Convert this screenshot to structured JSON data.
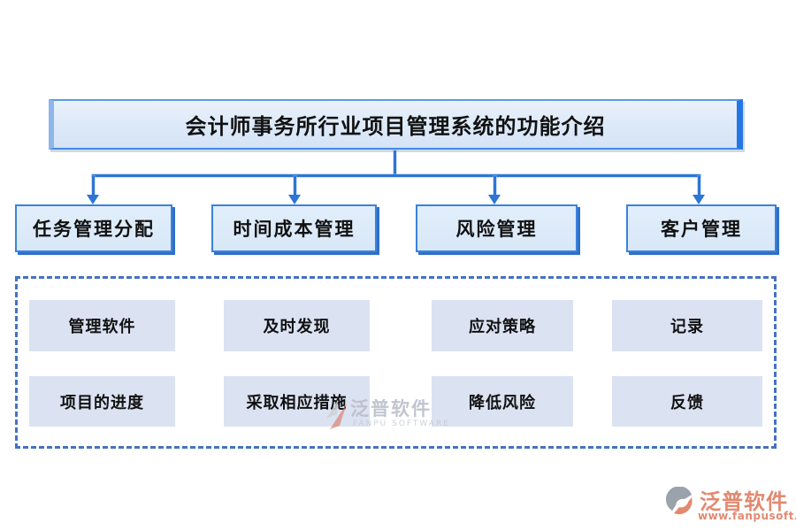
{
  "title": {
    "label": "会计师事务所行业项目管理系统的功能介绍"
  },
  "branches": [
    {
      "label": "任务管理分配"
    },
    {
      "label": "时间成本管理"
    },
    {
      "label": "风险管理"
    },
    {
      "label": "客户管理"
    }
  ],
  "details": {
    "items": [
      "管理软件",
      "及时发现",
      "应对策略",
      "记录",
      "项目的进度",
      "采取相应措施",
      "降低风险",
      "反馈"
    ]
  },
  "watermark_center": {
    "name": "泛普软件",
    "subtitle": "FANPU SOFTWARE"
  },
  "brand_footer": {
    "name": "泛普软件",
    "url": "www.fanpusoft.com"
  },
  "colors": {
    "line_blue": "#2e75d4",
    "box_border_blue": "#3b82dc",
    "box_fill_blue": "#dcebf9",
    "box_shadow_blue": "#2e70c8",
    "dashed_border_blue": "#4472c4",
    "detail_fill_lavender": "#dbe2f2",
    "brand_coral": "#e18a70",
    "watermark_gray": "#b6bdc7"
  }
}
